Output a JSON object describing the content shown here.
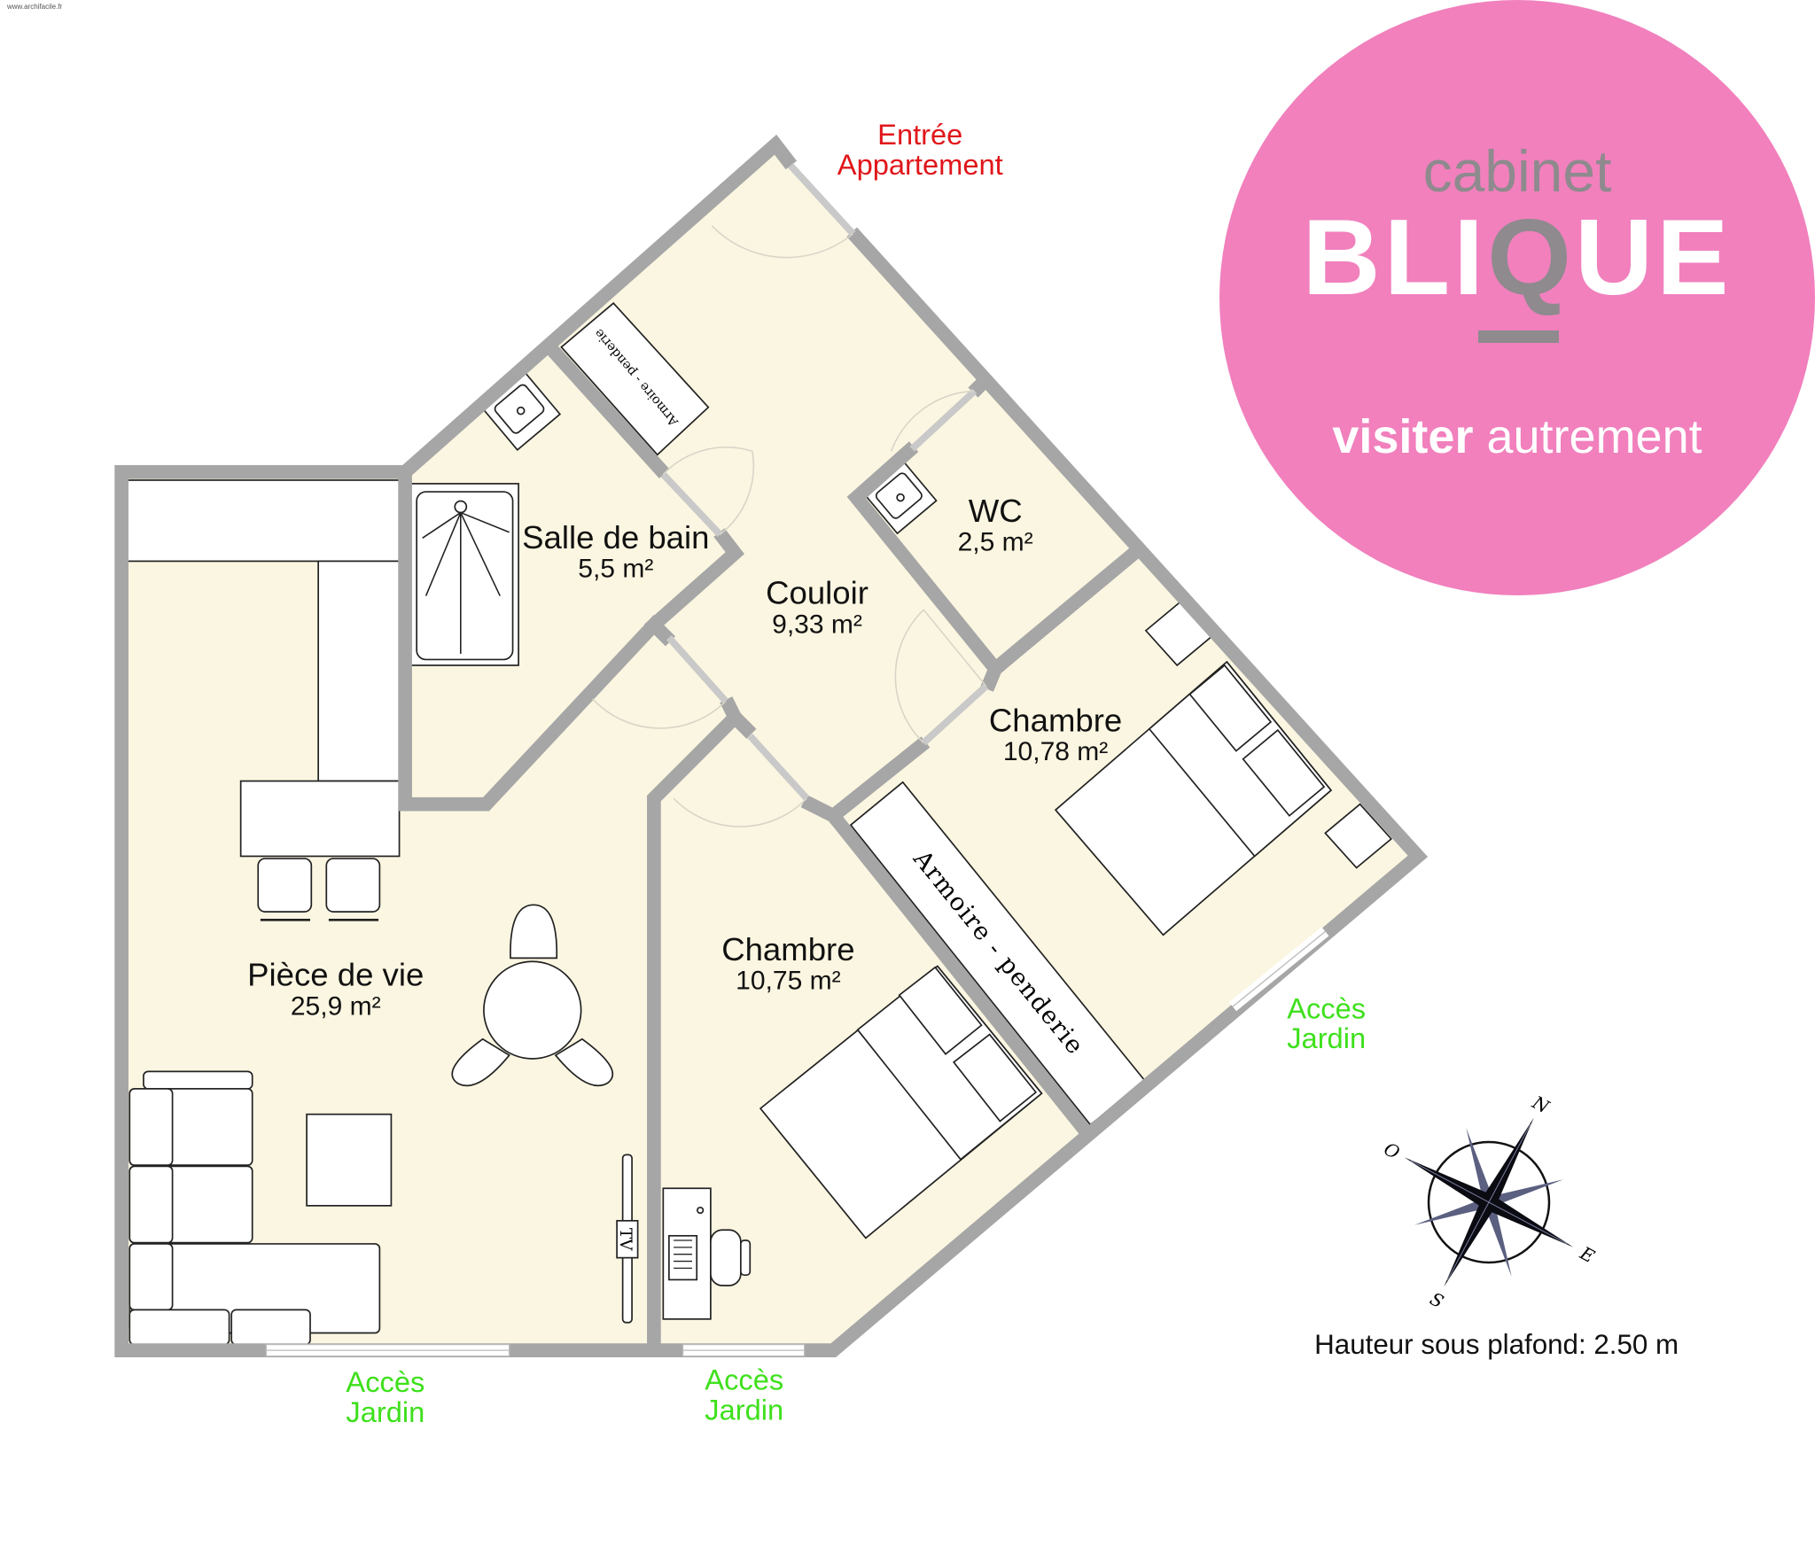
{
  "watermark": "www.archifacile.fr",
  "entry_label": {
    "line1": "Entrée",
    "line2": "Appartement"
  },
  "rooms": [
    {
      "name": "Salle de bain",
      "area": "5,5 m²"
    },
    {
      "name": "Couloir",
      "area": "9,33 m²"
    },
    {
      "name": "WC",
      "area": "2,5 m²"
    },
    {
      "name": "Chambre",
      "area": "10,78 m²"
    },
    {
      "name": "Chambre",
      "area": "10,75 m²"
    },
    {
      "name": "Pièce de vie",
      "area": "25,9 m²"
    }
  ],
  "furniture_labels": {
    "wardrobe_small": "Armoire - penderie",
    "wardrobe_large": "Armoire - penderie",
    "tv": "TV"
  },
  "garden_access": [
    {
      "line1": "Accès",
      "line2": "Jardin"
    },
    {
      "line1": "Accès",
      "line2": "Jardin"
    },
    {
      "line1": "Accès",
      "line2": "Jardin"
    }
  ],
  "ceiling_height": "Hauteur sous plafond: 2.50 m",
  "compass": {
    "n": "N",
    "e": "E",
    "s": "S",
    "o": "O"
  },
  "logo": {
    "top": "cabinet",
    "brand_parts": [
      "BLI",
      "Q",
      "UE"
    ],
    "tagline_bold": "visiter",
    "tagline_light": "autrement"
  },
  "colors": {
    "floor": "#fbf6e1",
    "wall": "#a6a6a6",
    "logo_pink": "#f180bd",
    "logo_grey": "#8e8a8d",
    "entry_red": "#e0161b",
    "access_green": "#3ee01c"
  }
}
